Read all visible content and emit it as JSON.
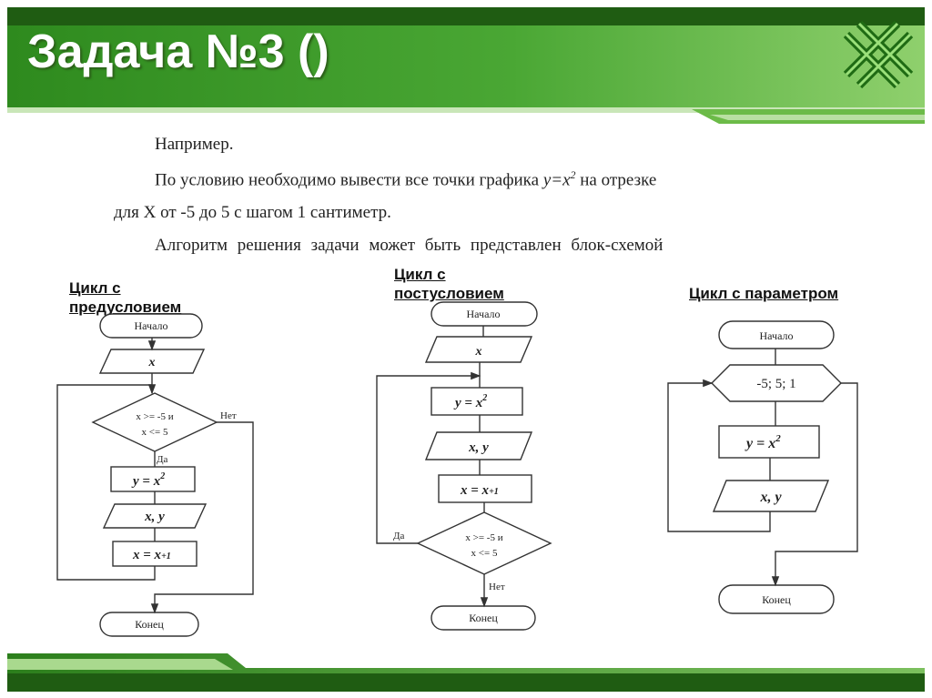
{
  "slide": {
    "title": "Задача №3 ()",
    "logo_icon": "green-knot-logo-icon"
  },
  "text": {
    "line1": "Например.",
    "line2_prefix": "По условию необходимо вывести все точки графика ",
    "line2_formula": "y=x",
    "line2_sup": "2",
    "line2_suffix": " на отрезке",
    "line3": "для X от -5 до 5 с шагом 1 сантиметр.",
    "line4": "Алгоритм решения задачи может быть представлен блок-схемой"
  },
  "labels": {
    "pre": [
      "Цикл с",
      "предусловием"
    ],
    "post": [
      "Цикл с",
      "постусловием"
    ],
    "param": "Цикл с параметром"
  },
  "flowcharts": {
    "pre": {
      "start": "Начало",
      "input": "x",
      "cond1": "x >= -5 и",
      "cond2": "x <= 5",
      "no": "Нет",
      "yes": "Да",
      "assign": "y = x",
      "assign_sup": "2",
      "output": "x, y",
      "inc": "x = x",
      "inc_sub": "+1",
      "end": "Конец"
    },
    "post": {
      "start": "Начало",
      "input": "x",
      "assign": "y = x",
      "assign_sup": "2",
      "output": "x, y",
      "inc": "x = x",
      "inc_sub": "+1",
      "cond1": "x >= -5 и",
      "cond2": "x <= 5",
      "yes": "Да",
      "no": "Нет",
      "end": "Конец"
    },
    "param": {
      "start": "Начало",
      "loop": "-5; 5; 1",
      "assign": "y = x",
      "assign_sup": "2",
      "output": "x, y",
      "end": "Конец"
    }
  },
  "colors": {
    "header_green": "#3e9a2b",
    "header_light": "#7cc05e",
    "border_dark": "#2f2f2f"
  }
}
